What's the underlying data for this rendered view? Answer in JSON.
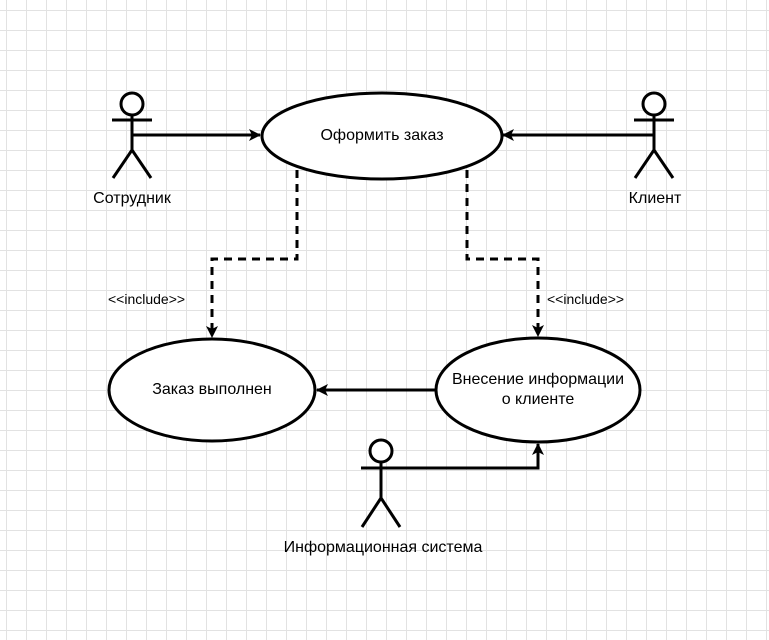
{
  "actors": {
    "employee": "Сотрудник",
    "client": "Клиент",
    "info_system": "Информационная система"
  },
  "use_cases": {
    "place_order": "Оформить заказ",
    "order_done": "Заказ выполнен",
    "enter_info_line1": "Внесение информации",
    "enter_info_line2": "о клиенте"
  },
  "relations": {
    "include_left": "<<include>>",
    "include_right": "<<include>>"
  }
}
